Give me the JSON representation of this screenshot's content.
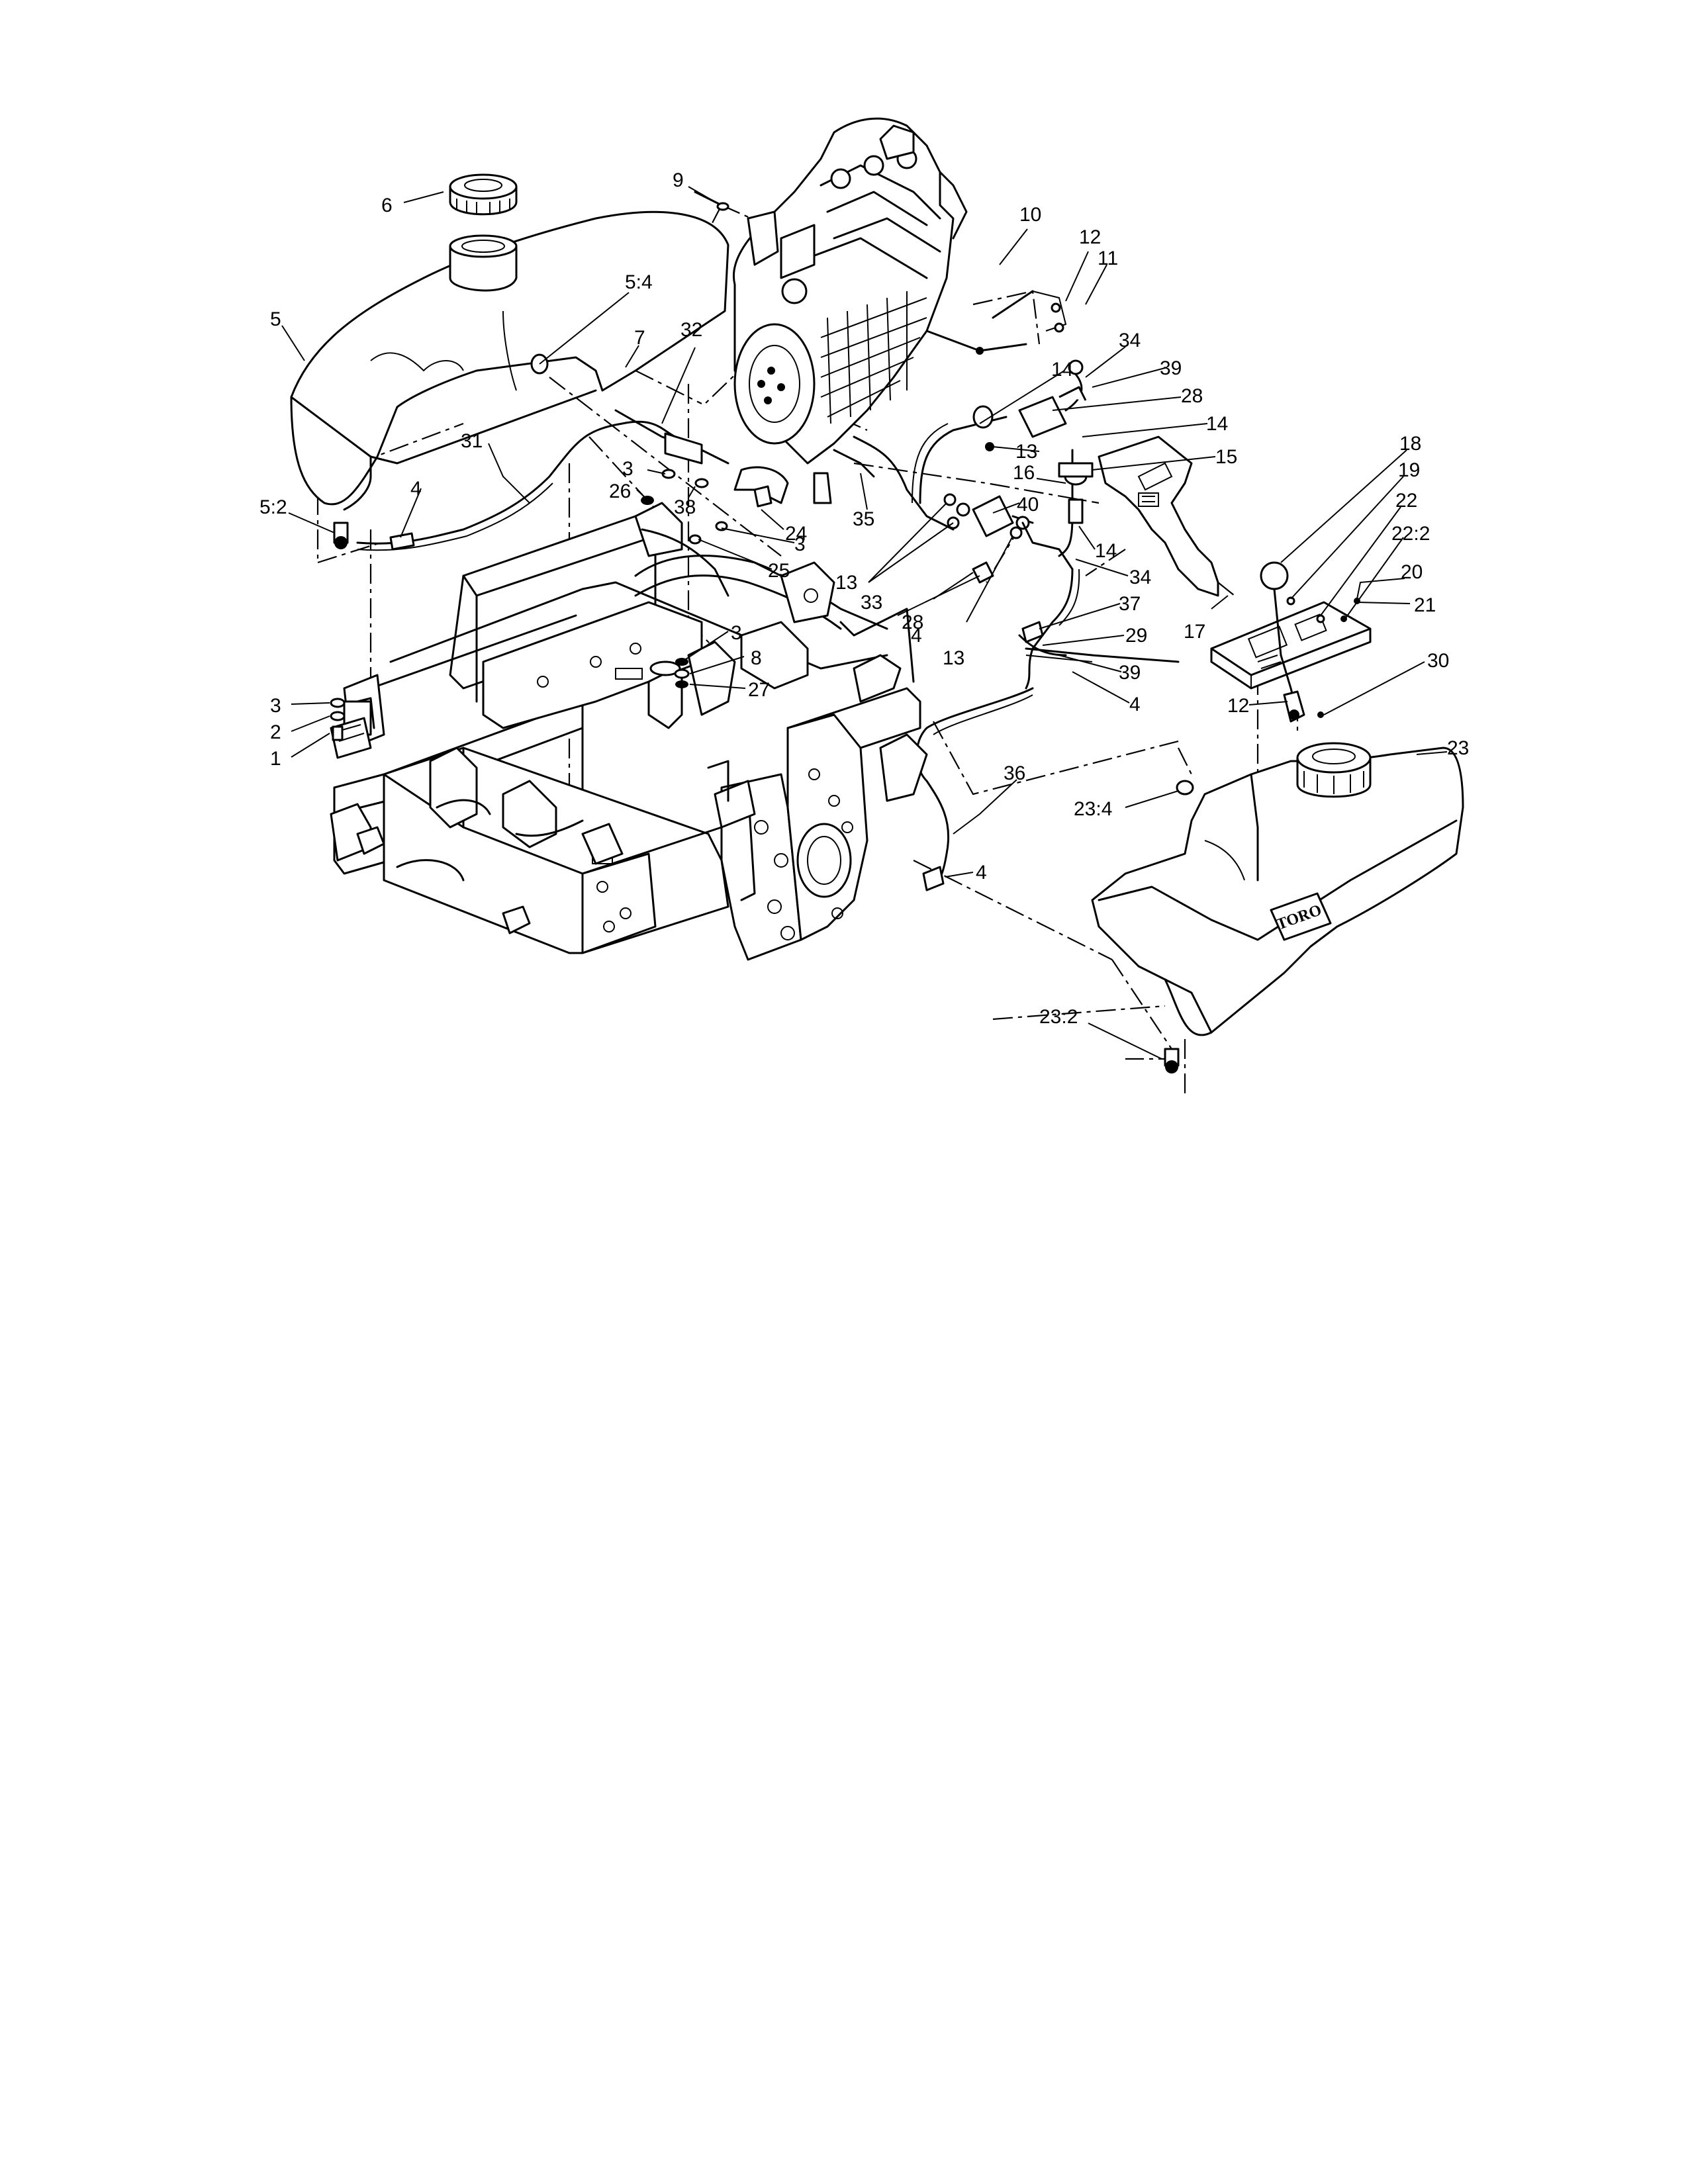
{
  "callouts": [
    {
      "text": "9"
    },
    {
      "text": "6"
    },
    {
      "text": "10"
    },
    {
      "text": "12"
    },
    {
      "text": "11"
    },
    {
      "text": "5:4"
    },
    {
      "text": "5"
    },
    {
      "text": "7"
    },
    {
      "text": "32"
    },
    {
      "text": "34"
    },
    {
      "text": "39"
    },
    {
      "text": "14"
    },
    {
      "text": "28"
    },
    {
      "text": "14"
    },
    {
      "text": "15"
    },
    {
      "text": "13"
    },
    {
      "text": "16"
    },
    {
      "text": "31"
    },
    {
      "text": "3"
    },
    {
      "text": "38"
    },
    {
      "text": "26"
    },
    {
      "text": "4"
    },
    {
      "text": "5:2"
    },
    {
      "text": "24"
    },
    {
      "text": "35"
    },
    {
      "text": "40"
    },
    {
      "text": "3"
    },
    {
      "text": "25"
    },
    {
      "text": "13"
    },
    {
      "text": "33"
    },
    {
      "text": "28"
    },
    {
      "text": "14"
    },
    {
      "text": "34"
    },
    {
      "text": "18"
    },
    {
      "text": "19"
    },
    {
      "text": "22"
    },
    {
      "text": "22:2"
    },
    {
      "text": "20"
    },
    {
      "text": "21"
    },
    {
      "text": "17"
    },
    {
      "text": "37"
    },
    {
      "text": "29"
    },
    {
      "text": "4"
    },
    {
      "text": "13"
    },
    {
      "text": "3"
    },
    {
      "text": "8"
    },
    {
      "text": "27"
    },
    {
      "text": "39"
    },
    {
      "text": "4"
    },
    {
      "text": "30"
    },
    {
      "text": "3"
    },
    {
      "text": "2"
    },
    {
      "text": "1"
    },
    {
      "text": "12"
    },
    {
      "text": "23"
    },
    {
      "text": "36"
    },
    {
      "text": "23:4"
    },
    {
      "text": "4"
    },
    {
      "text": "23:2"
    }
  ],
  "tank_logo": "TORO"
}
